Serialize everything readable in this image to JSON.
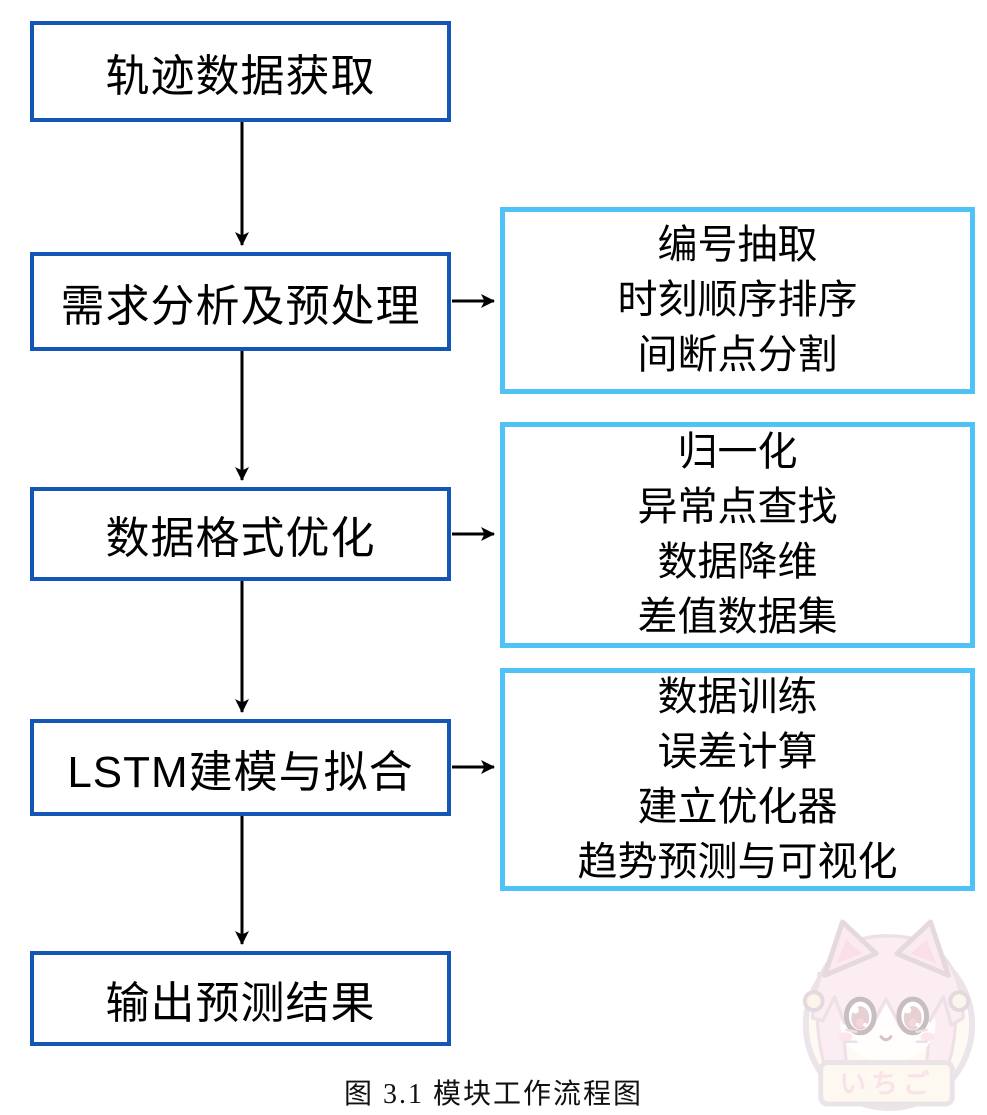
{
  "figure": {
    "caption": "图 3.1 模块工作流程图"
  },
  "flow": {
    "main_steps": [
      {
        "label": "轨迹数据获取"
      },
      {
        "label": "需求分析及预处理"
      },
      {
        "label": "数据格式优化"
      },
      {
        "label": "LSTM建模与拟合"
      },
      {
        "label": "输出预测结果"
      }
    ],
    "detail_boxes": [
      {
        "lines": [
          "编号抽取",
          "时刻顺序排序",
          "间断点分割"
        ]
      },
      {
        "lines": [
          "归一化",
          "异常点查找",
          "数据降维",
          "差值数据集"
        ]
      },
      {
        "lines": [
          "数据训练",
          "误差计算",
          "建立优化器",
          "趋势预测与可视化"
        ]
      }
    ]
  },
  "watermark": {
    "text": "いちご"
  },
  "colors": {
    "main_box_border": "#1356b4",
    "detail_box_border": "#4fc3f8",
    "arrow": "#000000"
  }
}
